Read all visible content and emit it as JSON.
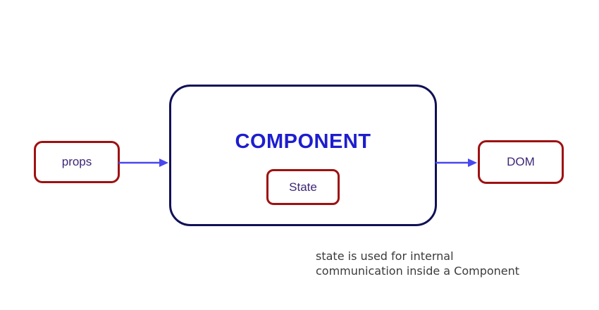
{
  "component": {
    "title": "COMPONENT"
  },
  "nodes": {
    "props": {
      "label": "props"
    },
    "state": {
      "label": "State"
    },
    "dom": {
      "label": "DOM"
    }
  },
  "arrows": [
    {
      "name": "props-to-component",
      "from": "props",
      "to": "COMPONENT",
      "direction": "right"
    },
    {
      "name": "component-to-dom",
      "from": "COMPONENT",
      "to": "DOM",
      "direction": "right"
    }
  ],
  "caption": {
    "lines": [
      "state is used for internal",
      "communication inside a Component"
    ]
  },
  "colors": {
    "node_border": "#9e1111",
    "component_border": "#101057",
    "component_title": "#1d1dcf",
    "node_text": "#3e2776",
    "arrow": "#4848f0",
    "caption_text": "#3b3b3b",
    "background": "#ffffff"
  }
}
